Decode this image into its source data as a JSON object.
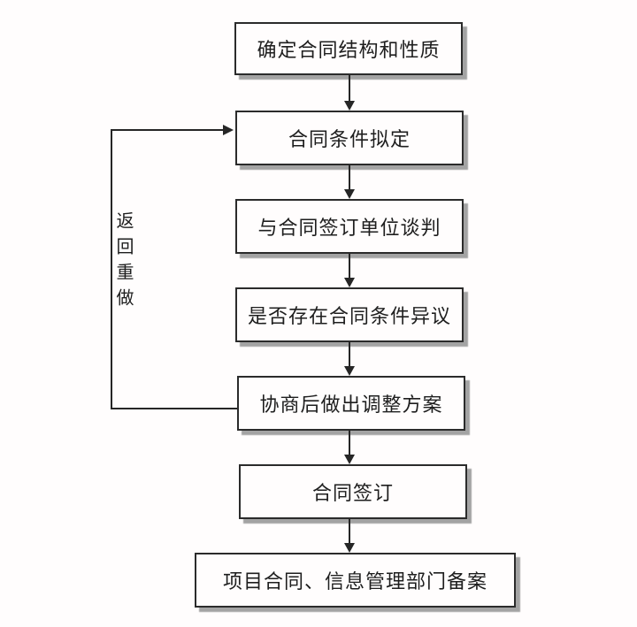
{
  "flowchart": {
    "type": "flowchart",
    "direction": "top-to-bottom",
    "nodes": [
      {
        "id": 1,
        "label": "确定合同结构和性质"
      },
      {
        "id": 2,
        "label": "合同条件拟定"
      },
      {
        "id": 3,
        "label": "与合同签订单位谈判"
      },
      {
        "id": 4,
        "label": "是否存在合同条件异议"
      },
      {
        "id": 5,
        "label": "协商后做出调整方案"
      },
      {
        "id": 6,
        "label": "合同签订"
      },
      {
        "id": 7,
        "label": "项目合同、信息管理部门备案"
      }
    ],
    "edges": [
      {
        "from": 1,
        "to": 2
      },
      {
        "from": 2,
        "to": 3
      },
      {
        "from": 3,
        "to": 4
      },
      {
        "from": 4,
        "to": 5
      },
      {
        "from": 5,
        "to": 6
      },
      {
        "from": 6,
        "to": 7
      },
      {
        "from": 5,
        "to": 2,
        "label": "返回重做",
        "style": "loop-left"
      }
    ],
    "loop_label": "返回重做",
    "colors": {
      "background": "#fffdfd",
      "node_border": "#2b2b2b",
      "node_fill": "#fffdfd",
      "node_shadow": "#a3a3a3",
      "line": "#262626",
      "text": "#1e1e1e"
    }
  }
}
